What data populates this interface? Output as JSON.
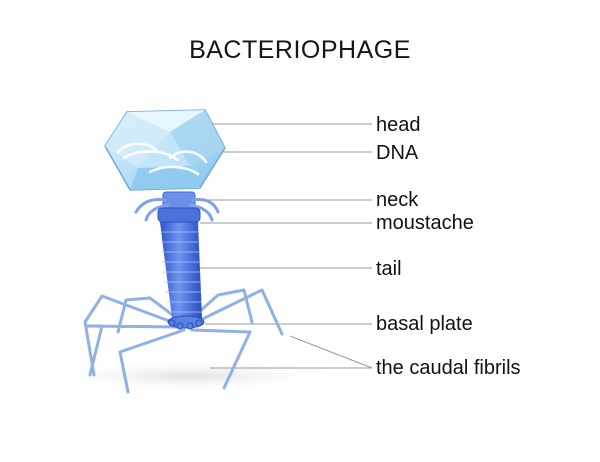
{
  "title": "BACTERIOPHAGE",
  "colors": {
    "head_fill": "#bfe4f8",
    "head_edge": "#6fa9dc",
    "tail": "#3f66d6",
    "fibril": "#8fb1e3",
    "leader_line": "#9a9a9a",
    "text": "#111111"
  },
  "labels": {
    "head": "head",
    "dna": "DNA",
    "neck": "neck",
    "moustache": "moustache",
    "tail": "tail",
    "basal_plate": "basal plate",
    "caudal_fibrils": "the caudal fibrils"
  }
}
